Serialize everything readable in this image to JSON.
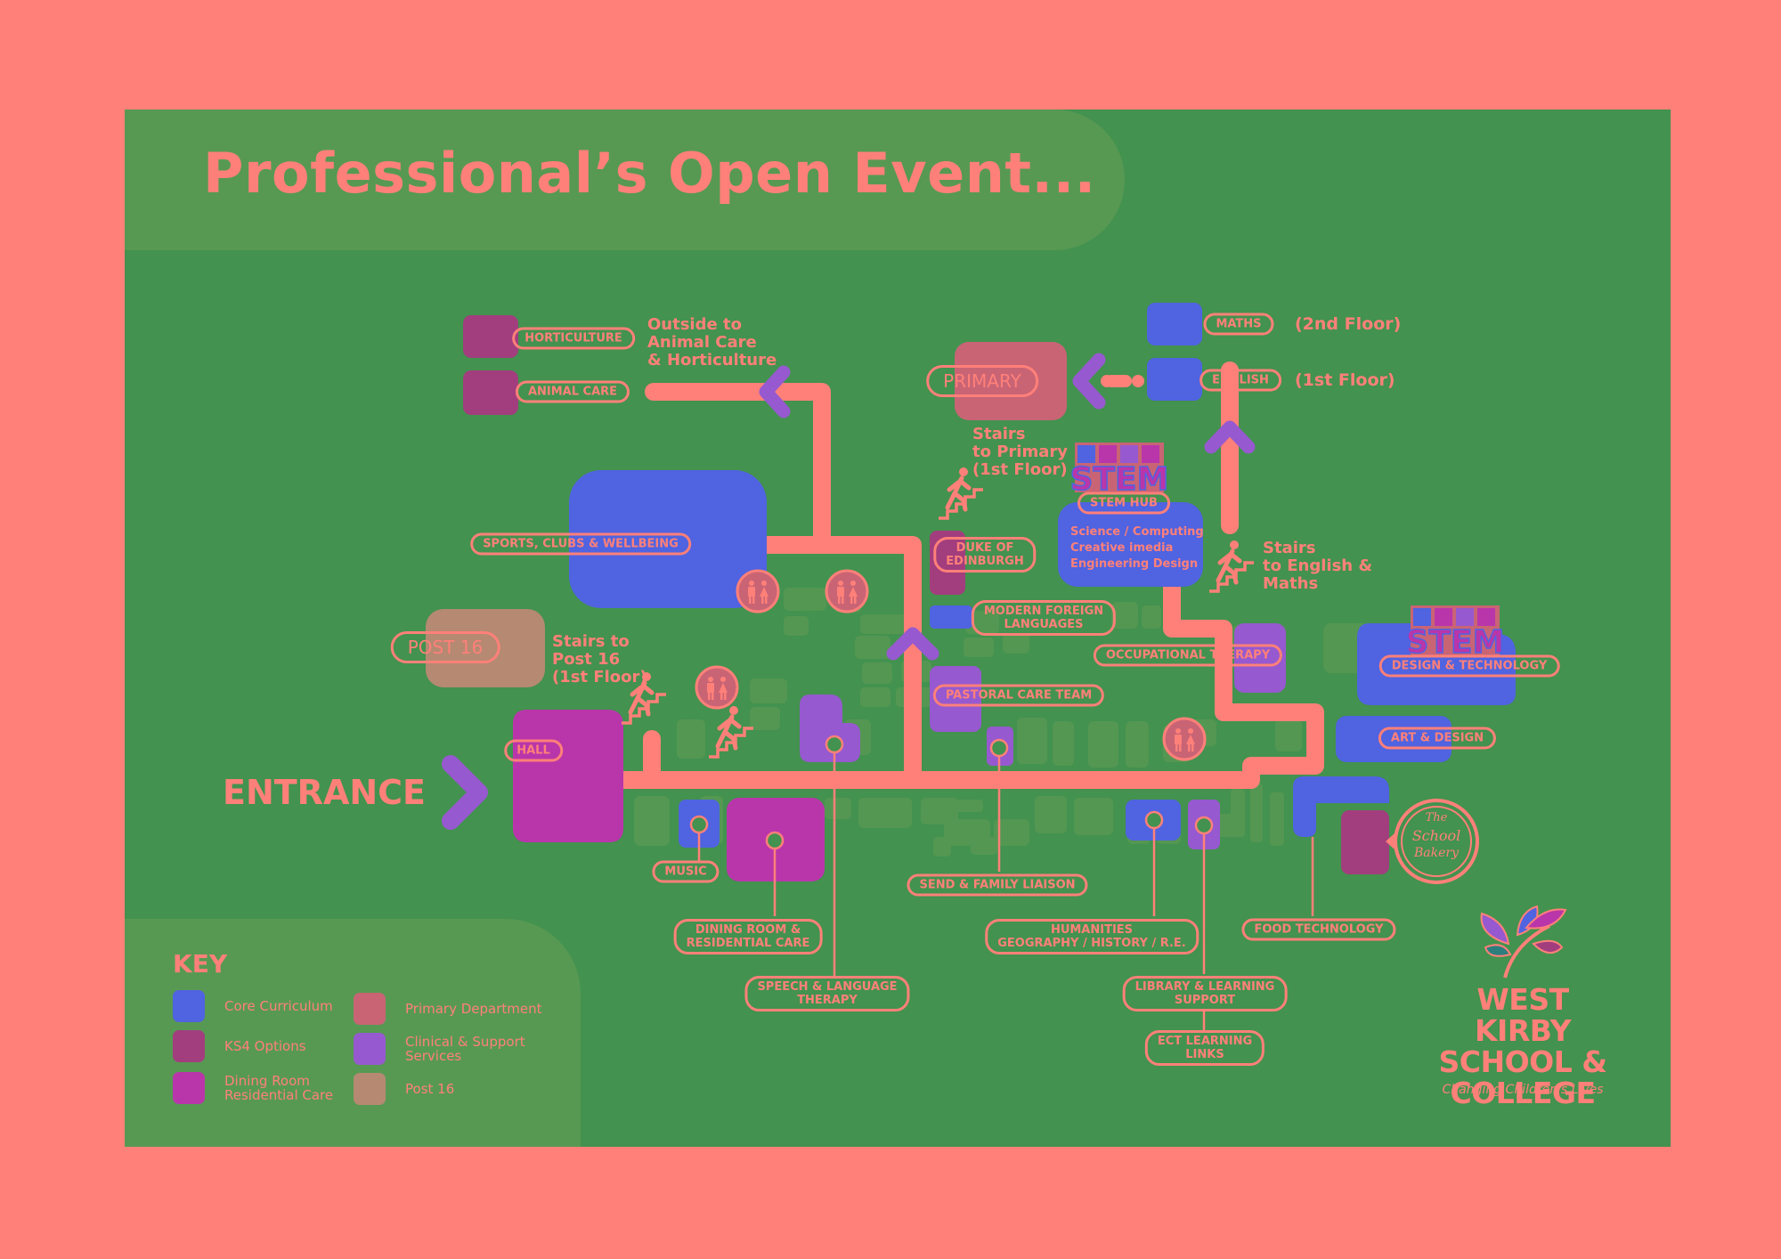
{
  "title": "Professional’s Open Event...",
  "colors": {
    "background": "#43924F",
    "frame": "#FF8079",
    "core_curriculum": "#5063E0",
    "ks4_options": "#A23E7E",
    "dining_residential": "#B936AA",
    "primary_department": "#C96475",
    "clinical_support": "#9659CF",
    "post16": "#B68972"
  },
  "entrance": "ENTRANCE",
  "rooms": {
    "horticulture": "HORTICULTURE",
    "animal_care": "ANIMAL CARE",
    "primary": "PRIMARY",
    "maths": "MATHS",
    "english": "ENGLISH",
    "stem_hub": "STEM HUB",
    "sports": "SPORTS, CLUBS & WELLBEING",
    "duke": "DUKE OF\nEDINBURGH",
    "mfl": "MODERN FOREIGN\nLANGUAGES",
    "occupational": "OCCUPATIONAL THERAPY",
    "design_tech": "DESIGN & TECHNOLOGY",
    "post16": "POST 16",
    "pastoral": "PASTORAL CARE TEAM",
    "art": "ART & DESIGN",
    "hall": "HALL",
    "music": "MUSIC",
    "send": "SEND & FAMILY LIAISON",
    "dining": "DINING ROOM &\nRESIDENTIAL CARE",
    "humanities": "HUMANITIES\nGEOGRAPHY / HISTORY / R.E.",
    "food": "FOOD TECHNOLOGY",
    "speech": "SPEECH & LANGUAGE\nTHERAPY",
    "library": "LIBRARY & LEARNING\nSUPPORT",
    "ect": "ECT LEARNING\nLINKS"
  },
  "notes": {
    "outside": "Outside to\nAnimal Care\n& Horticulture",
    "stairs_primary": "Stairs\nto Primary\n(1st Floor)",
    "stairs_english": "Stairs\nto English &\nMaths",
    "stairs_post16": "Stairs to\nPost 16\n(1st Floor)",
    "second_floor": "(2nd Floor)",
    "first_floor": "(1st Floor)"
  },
  "stem": {
    "badge": "STEM",
    "subjects": "Science / Computing\nCreative imedia\nEngineering Design"
  },
  "bakery": "The\nSchool\nBakery",
  "key": {
    "heading": "KEY",
    "items": [
      {
        "label": "Core Curriculum",
        "color": "#5063E0"
      },
      {
        "label": "KS4 Options",
        "color": "#A23E7E"
      },
      {
        "label": "Dining Room\nResidential Care",
        "color": "#B936AA"
      },
      {
        "label": "Primary Department",
        "color": "#C96475"
      },
      {
        "label": "Clinical & Support\nServices",
        "color": "#9659CF"
      },
      {
        "label": "Post 16",
        "color": "#B68972"
      }
    ]
  },
  "logo": {
    "name": "WEST KIRBY\nSCHOOL &\nCOLLEGE",
    "tagline": "Changing Children's Lives"
  },
  "icons": {
    "toilets": "toilet-icon",
    "stairs": "stairs-person-icon",
    "arrow": "chevron-arrow-icon"
  }
}
